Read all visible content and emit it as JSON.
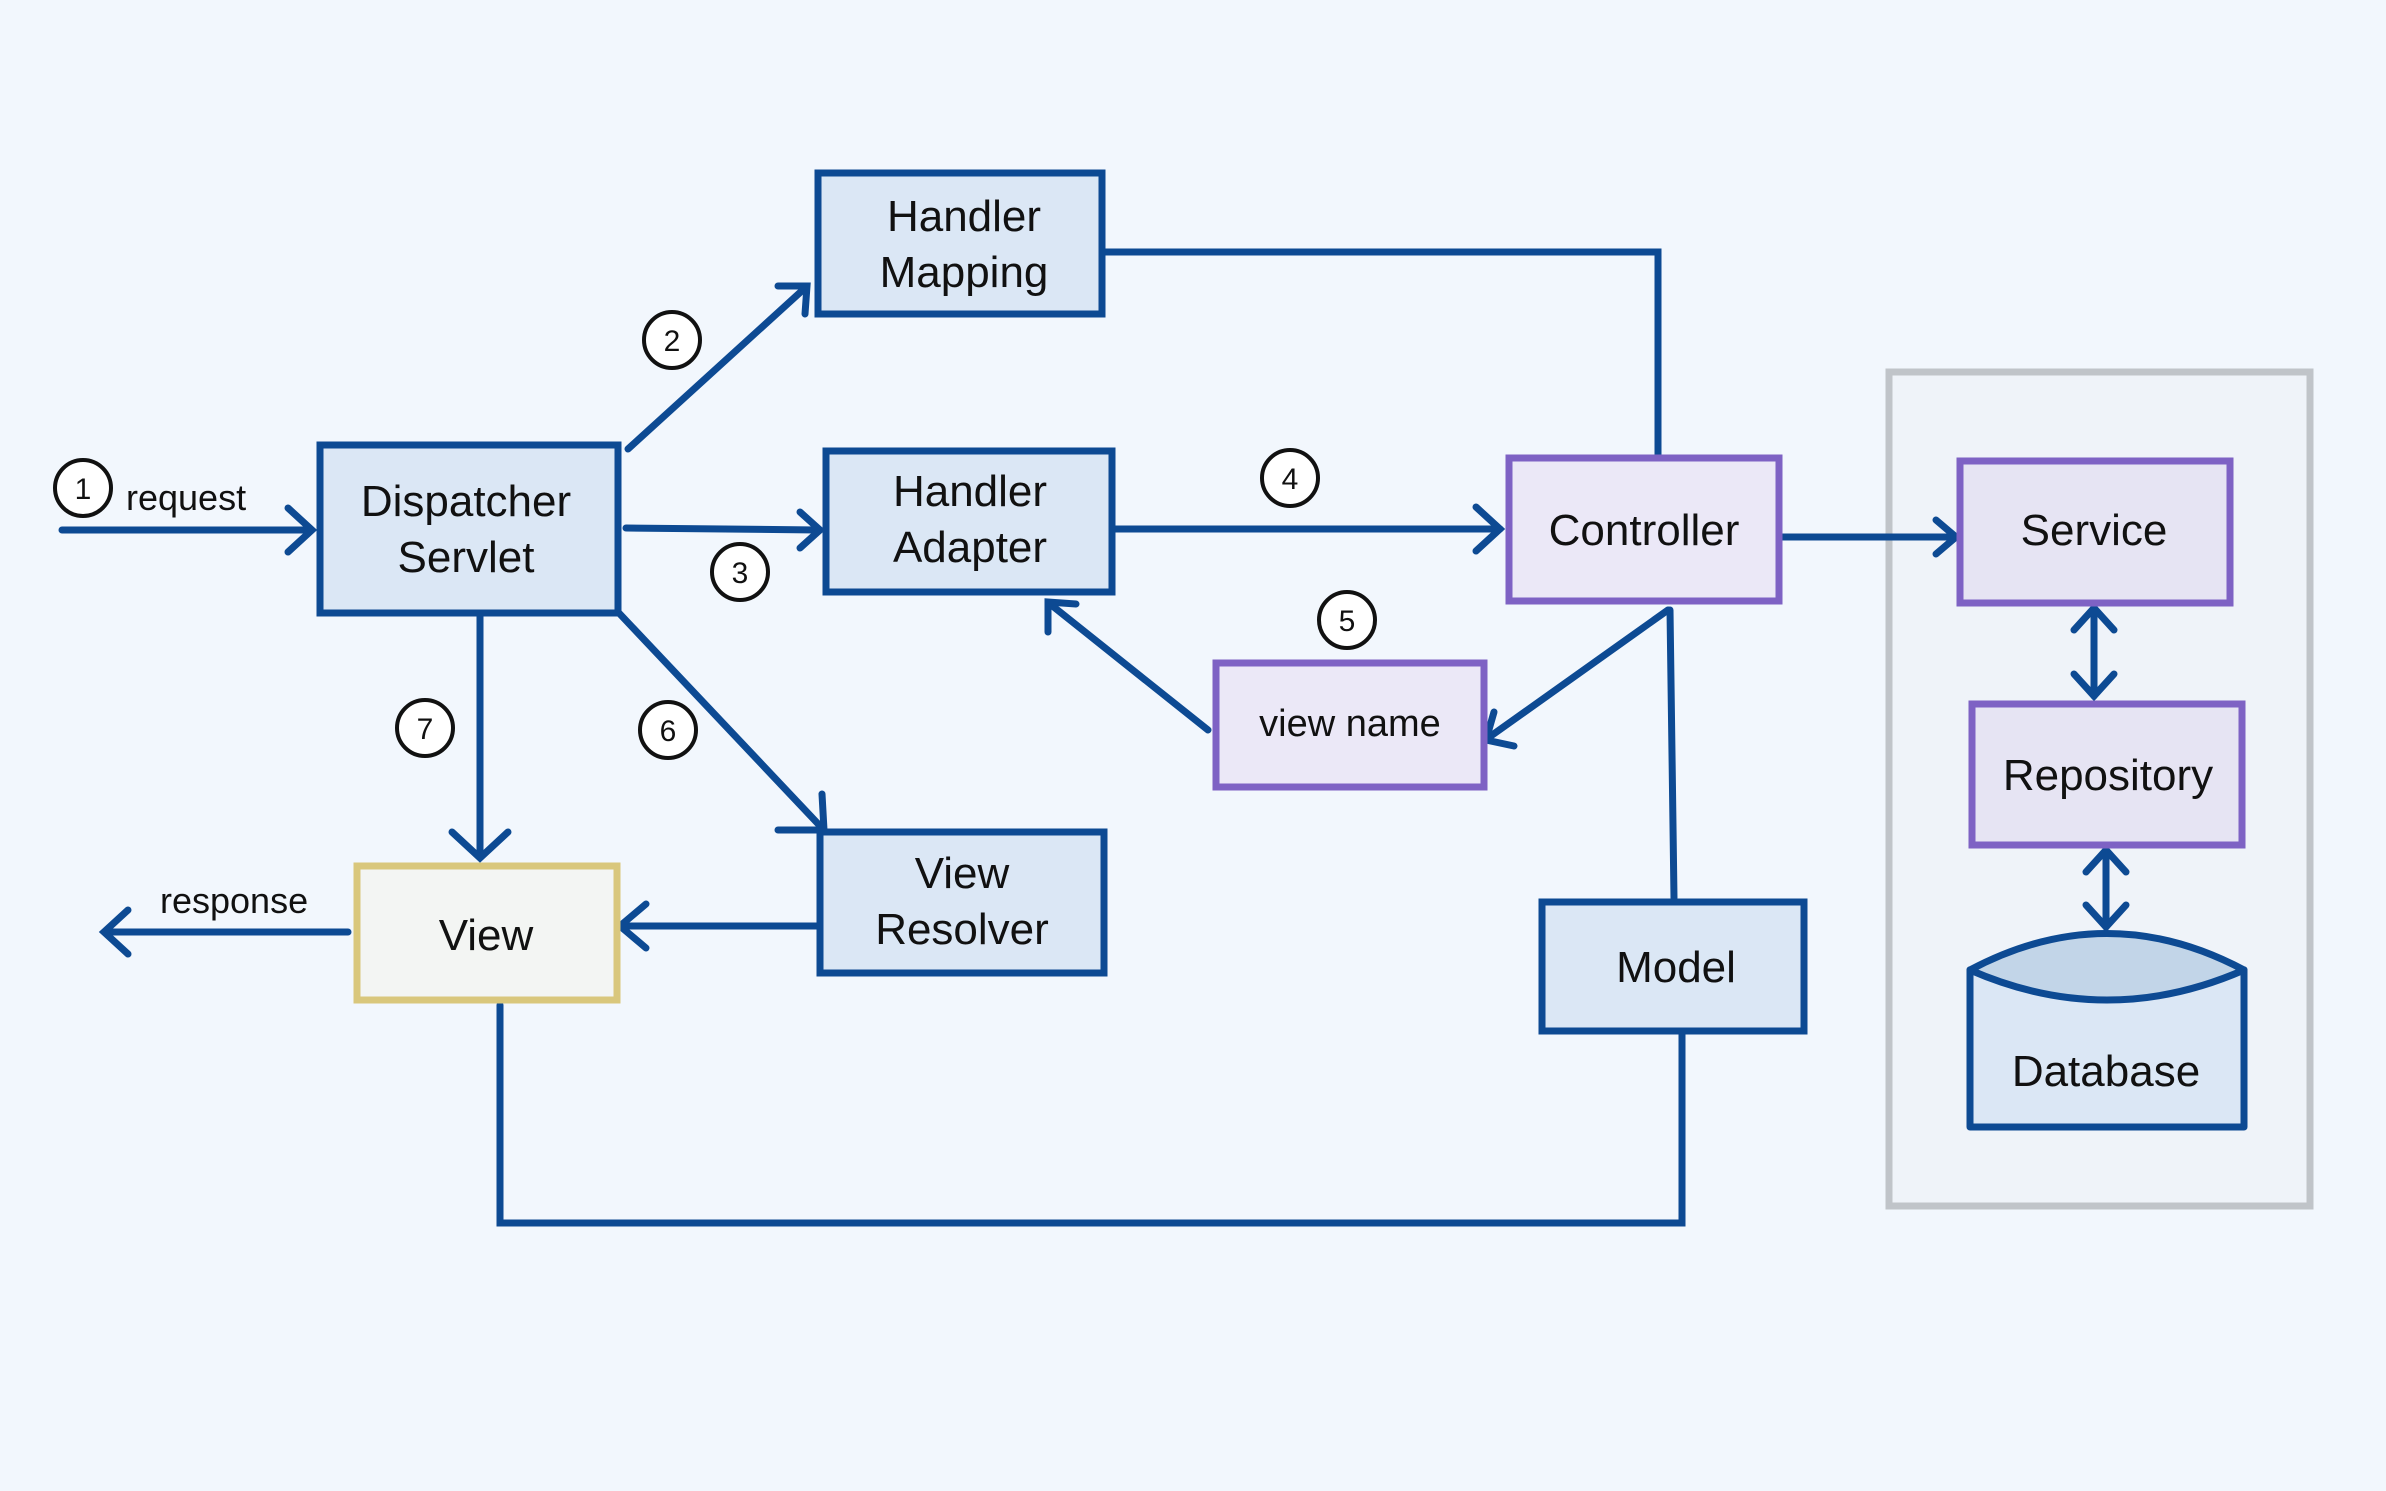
{
  "colors": {
    "background": "#f2f7fd",
    "blue_stroke": "#0d4a93",
    "blue_fill": "#dbe7f5",
    "purple_stroke": "#7e62c4",
    "purple_fill": "#ebe8f7",
    "yellow_stroke": "#d9c77c",
    "view_fill": "#f3f5f3",
    "group_stroke": "#c0c4c9",
    "group_fill": "#eff3f9",
    "database_top": "#c2d5e8"
  },
  "nodes": {
    "dispatcher_servlet": {
      "line1": "Dispatcher",
      "line2": "Servlet"
    },
    "handler_mapping": {
      "line1": "Handler",
      "line2": "Mapping"
    },
    "handler_adapter": {
      "line1": "Handler",
      "line2": "Adapter"
    },
    "controller": {
      "label": "Controller"
    },
    "view_name": {
      "label": "view name"
    },
    "view_resolver": {
      "line1": "View",
      "line2": "Resolver"
    },
    "view": {
      "label": "View"
    },
    "model": {
      "label": "Model"
    },
    "service": {
      "label": "Service"
    },
    "repository": {
      "label": "Repository"
    },
    "database": {
      "label": "Database"
    }
  },
  "labels": {
    "request": "request",
    "response": "response"
  },
  "steps": [
    "1",
    "2",
    "3",
    "4",
    "5",
    "6",
    "7"
  ]
}
